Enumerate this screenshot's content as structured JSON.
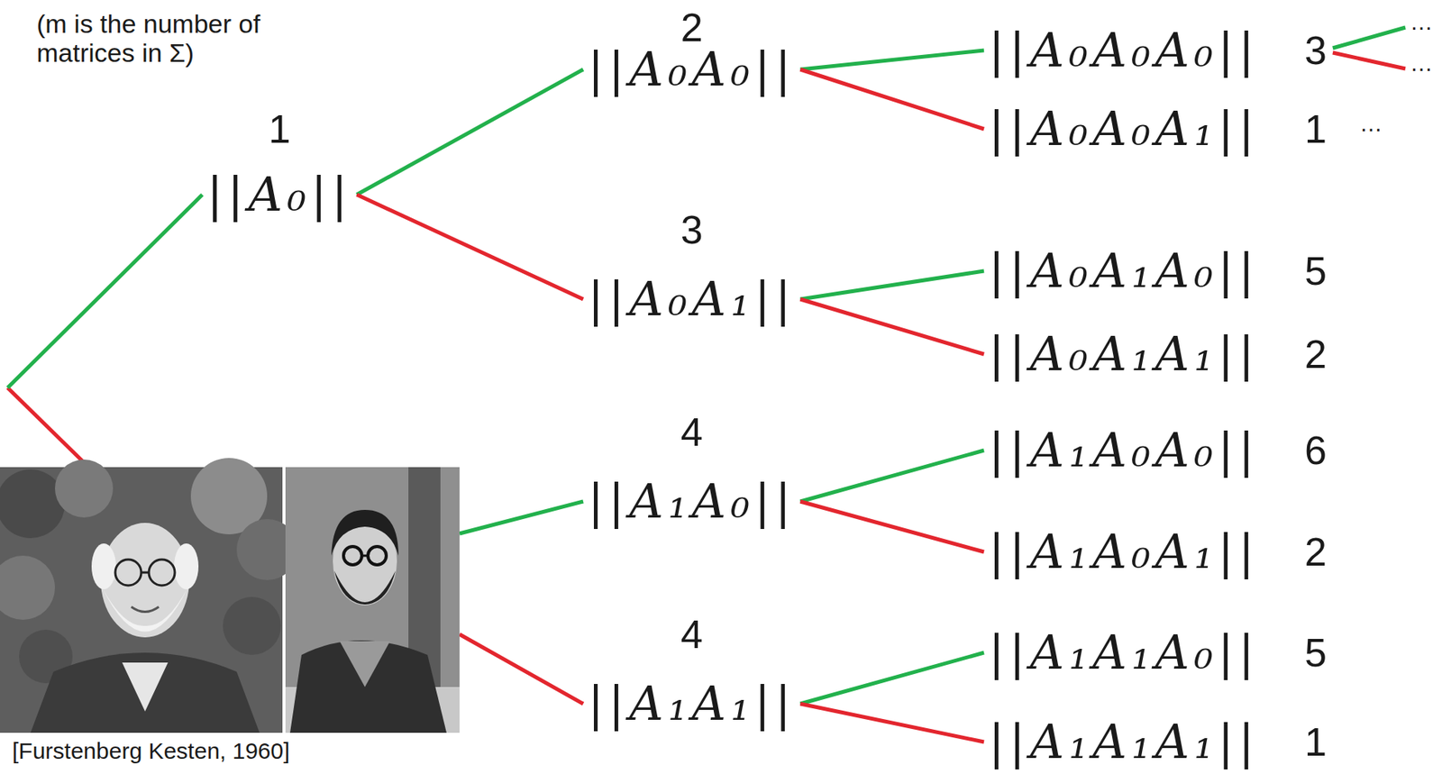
{
  "diagram": {
    "nodes": [
      {
        "text": [
          "1",
          "||A₀||"
        ]
      },
      {
        "text": [
          "2",
          "||A₀A₀||"
        ]
      },
      {
        "text": [
          "||A₀A₀A₀||",
          "3"
        ]
      },
      {
        "text": [
          "||A₀A₀A₁||",
          "1"
        ]
      },
      {
        "text": [
          "3",
          "||A₀A₁||"
        ]
      },
      {
        "text": [
          "||A₀A₁A₀||",
          "5"
        ]
      },
      {
        "text": [
          "||A₀A₁A₁||",
          "2"
        ]
      },
      {
        "text": [
          "4",
          "||A₁A₀||"
        ]
      },
      {
        "text": [
          "||A₁A₀A₀||",
          "6"
        ]
      },
      {
        "text": [
          "||A₁A₀A₁||",
          "2"
        ]
      },
      {
        "text": [
          "4",
          "||A₁A₁||"
        ]
      },
      {
        "text": [
          "||A₁A₁A₀||",
          "5"
        ]
      },
      {
        "text": [
          "||A₁A₁A₁||",
          "1"
        ]
      }
    ],
    "edges": [
      {
        "from": 0,
        "to": 1,
        "arrow": "none"
      },
      {
        "from": 0,
        "to": 4,
        "arrow": "none"
      },
      {
        "from": 1,
        "to": 2,
        "arrow": "none"
      },
      {
        "from": 1,
        "to": 3,
        "arrow": "none"
      },
      {
        "from": 4,
        "to": 5,
        "arrow": "none"
      },
      {
        "from": 4,
        "to": 6,
        "arrow": "none"
      },
      {
        "from": 7,
        "to": 8,
        "arrow": "none"
      },
      {
        "from": 7,
        "to": 9,
        "arrow": "none"
      },
      {
        "from": 10,
        "to": 11,
        "arrow": "none"
      },
      {
        "from": 10,
        "to": 12,
        "arrow": "none"
      }
    ],
    "labels": [
      "(m is the number of matrices in Σ)",
      "[Furstenberg Kesten, 1960]",
      "…",
      "…",
      "…"
    ]
  }
}
